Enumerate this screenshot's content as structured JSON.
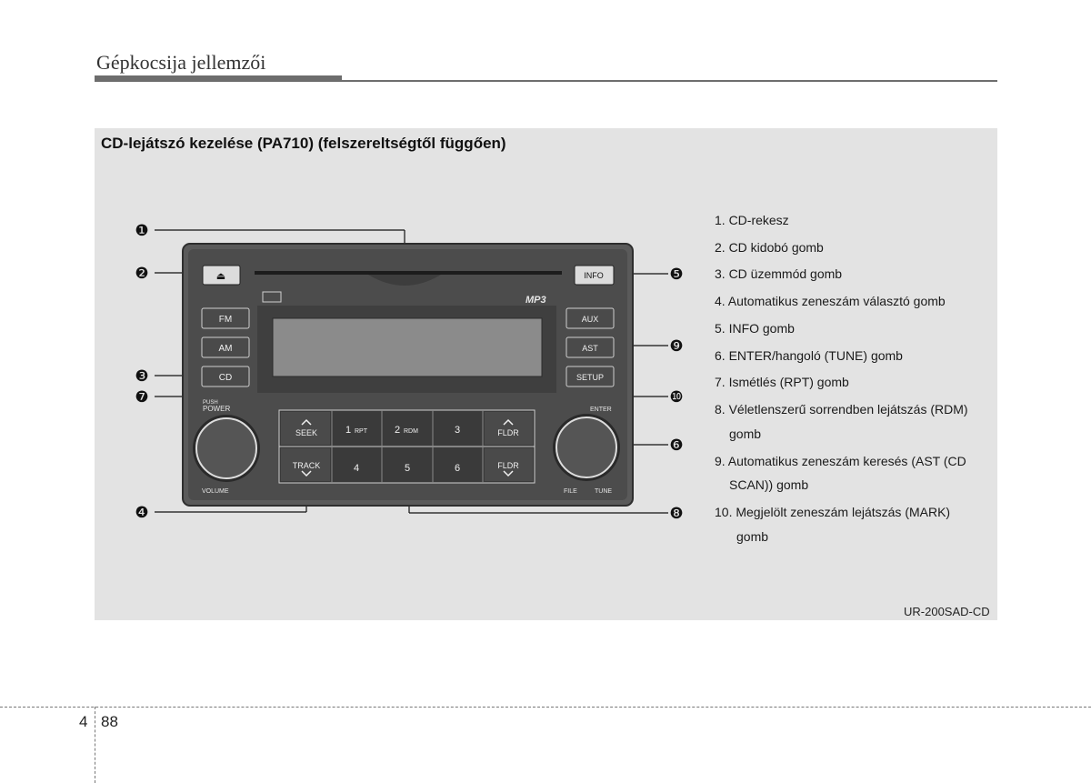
{
  "header": {
    "title": "Gépkocsija jellemzői"
  },
  "section": {
    "title": "CD-lejátszó kezelése (PA710) (felszereltségtől függően)"
  },
  "figure": {
    "code": "UR-200SAD-CD",
    "callouts": [
      "❶",
      "❷",
      "❸",
      "❹",
      "❺",
      "❻",
      "❼",
      "❽",
      "❾",
      "❿"
    ],
    "radio": {
      "left_buttons": [
        "FM",
        "AM",
        "CD"
      ],
      "right_buttons": [
        "AUX",
        "AST",
        "SETUP"
      ],
      "info_label": "INFO",
      "eject_symbol": "⏏",
      "mp3_logo": "MP3",
      "push_label": "PUSH",
      "power_label": "POWER",
      "volume_label": "VOLUME",
      "enter_label": "ENTER",
      "file_label": "FILE",
      "tune_label": "TUNE",
      "seek_label": "SEEK",
      "track_label": "TRACK",
      "fldr_label": "FLDR",
      "preset_top": [
        {
          "num": "1",
          "sub": "RPT"
        },
        {
          "num": "2",
          "sub": "RDM"
        },
        {
          "num": "3",
          "sub": ""
        }
      ],
      "preset_bottom": [
        "4",
        "5",
        "6"
      ]
    }
  },
  "legend": [
    "1. CD-rekesz",
    "2. CD kidobó gomb",
    "3. CD üzemmód gomb",
    "4. Automatikus zeneszám választó gomb",
    "5. INFO gomb",
    "6. ENTER/hangoló (TUNE) gomb",
    "7. Ismétlés (RPT) gomb",
    "8. Véletlenszerű sorrendben lejátszás (RDM)",
    "gomb",
    "9. Automatikus zeneszám keresés (AST (CD",
    "SCAN)) gomb",
    "10. Megjelölt zeneszám lejátszás (MARK)",
    "gomb"
  ],
  "footer": {
    "chapter": "4",
    "page": "88"
  }
}
